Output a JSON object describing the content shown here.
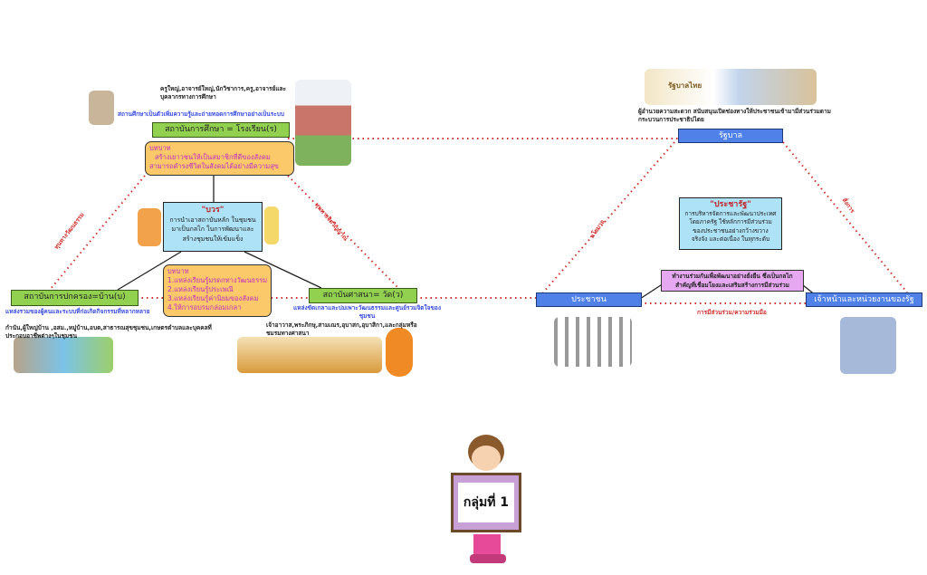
{
  "left": {
    "school": {
      "people": "ครูใหญ่,อาจารย์ใหญ่,นักวิชาการ,ครู,อาจารย์และบุคลากรทางการศึกษา",
      "desc": "สถานศึกษาเป็นตัวเพิ่มความรู้และถ่ายทอดการศึกษาอย่างเป็นระบบ",
      "title": "สถาบันการศึกษา = โรงเรียน(ร)",
      "role_title": "บทบาท",
      "role_lines": [
        "สร้างเยาวชนให้เป็นสมาชิกที่ดีของสังคม",
        "สามารถดำรงชีวิตในสังคมได้อย่างมีความสุข"
      ]
    },
    "bowon": {
      "title": "\"บวร\"",
      "lines": [
        "การนำเอาสถาบันหลัก ในชุมชน",
        "มาเป็นกลไก ในการพัฒนาและ",
        "สร้างชุมชนให้เข้มแข็ง"
      ]
    },
    "home": {
      "title": "สถาบันการปกครอง=บ้าน(บ)",
      "desc": "แหล่งรวมของผู้คนและระบบที่ก่อเกิดกิจกรรมที่หลากหลาย",
      "people": "กำนัน,ผู้ใหญ่บ้าน ,อสม.,หมู่บ้าน,อบต,สาธารณสุขชุมชน,เกษตรตำบลและบุคคลที่ประกอบอาชีพต่างๆในชุมชน"
    },
    "temple": {
      "title": "สถาบันศาสนา= วัด(ว)",
      "desc": "แหล่งขัดเกลาและบ่มเพาะวัฒนธรรมและศูนย์รวมจิตใจของชุมชน",
      "people": "เจ้าอาวาส,พระภิกษุ,สามเณร,อุบาสก,อุบาสิกา,และกลุ่มหรือชมรมทางศาสนา"
    },
    "role2": {
      "title": "บทบาท",
      "lines": [
        "1.แหล่งเรียนรู้มรดกทางวัฒนธรรม",
        "2.แหล่งเรียนรู้ประเพณี",
        "3.แหล่งเรียนรู้ค่านิยมของสังคม",
        "4.ให้การอบรมกล่อมเกลา"
      ]
    },
    "edge_left": "ทุนทางวัฒนธรรม",
    "edge_right": "ทุนทางจิตวิญญาณ"
  },
  "right": {
    "gov": {
      "logo_text": "รัฐบาลไทย",
      "desc": "ผู้อำนวยความสะดวก สนับสนุนเปิดช่องทางให้ประชาชนเข้ามามีส่วนร่วมตามกระบวนการประชาธิปไตย",
      "title": "รัฐบาล"
    },
    "pracharat": {
      "title": "\"ประชารัฐ\"",
      "lines": [
        "การบริหารจัดการและพัฒนาประเทศ",
        "โดยภาครัฐ ใช้หลักการมีส่วนร่วม",
        "ของประชาชนอย่างกว้างขวาง",
        "จริงจัง และต่อเนื่อง ในทุกระดับ"
      ]
    },
    "collab": [
      "ทำงานร่วมกันเพื่อพัฒนาอย่างยั่งยืน ซึ่งเป็นกลไก",
      "สำคัญที่เชื่อมโยงและเสริมสร้างการมีส่วนร่วม"
    ],
    "people": "ประชาชน",
    "officials": "เจ้าหน้าและหน่วยงานของรัฐ",
    "edge_left": "นโยบาย",
    "edge_right": "สั่งการ",
    "edge_bottom": "การมีส่วนร่วม/ความร่วมมือ"
  },
  "group_sign": "กลุ่มที่ 1"
}
